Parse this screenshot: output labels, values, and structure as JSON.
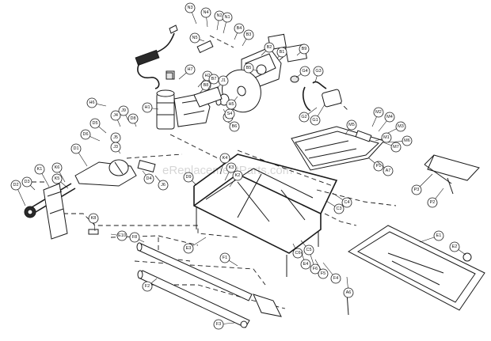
{
  "watermark": "eReplacementParts.com",
  "callouts": [
    "N3",
    "N4",
    "N2",
    "N1",
    "N5",
    "B4",
    "B3",
    "B2",
    "B1",
    "B9",
    "G4",
    "G3",
    "G2",
    "G1",
    "B5",
    "H7",
    "H2",
    "B8",
    "B7",
    "J1",
    "B6",
    "H6",
    "H1",
    "J9",
    "D8",
    "J4",
    "D5",
    "D6",
    "J5",
    "J3",
    "H4",
    "H5",
    "S4",
    "M2",
    "M4",
    "M3",
    "M5",
    "M6",
    "M7",
    "M1",
    "P1",
    "A7",
    "D1",
    "D4",
    "J6",
    "D9",
    "K4",
    "K3",
    "K2",
    "K1",
    "D2",
    "D3",
    "K5",
    "K6",
    "K8",
    "E1",
    "E2",
    "P3",
    "P2",
    "F8",
    "E3",
    "C6",
    "C5",
    "C3",
    "C4",
    "E4",
    "F6",
    "F5",
    "F4",
    "F1",
    "F2",
    "F3",
    "A6",
    "E10"
  ]
}
